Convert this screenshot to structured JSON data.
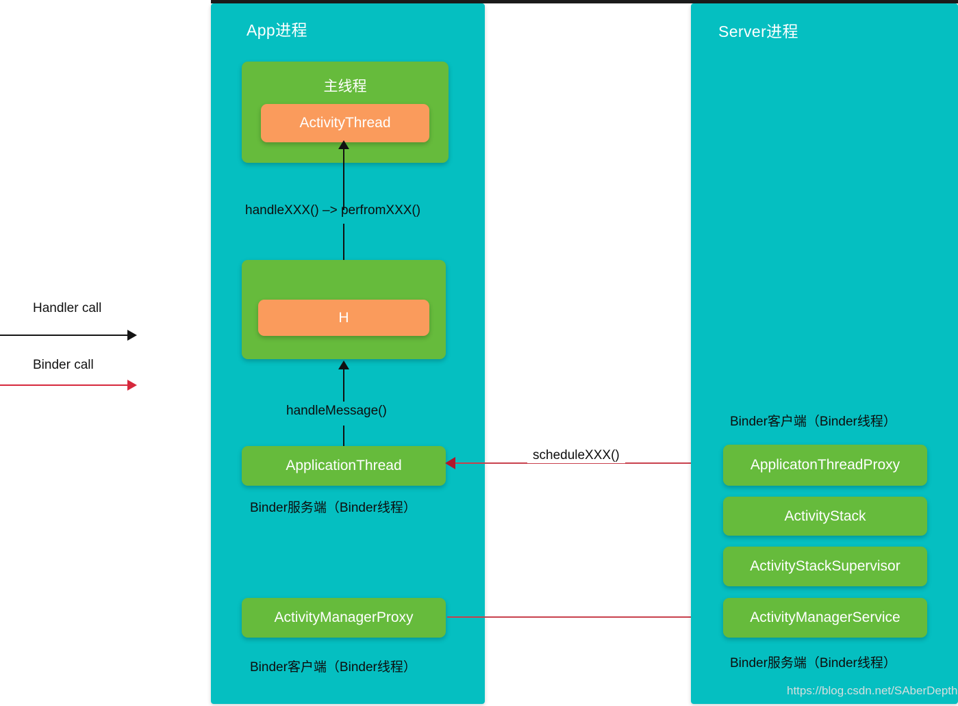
{
  "colors": {
    "panel_teal": "#05bfc1",
    "block_green": "#66bb3c",
    "block_orange": "#fa9b5c",
    "handler_arrow_black": "#141414",
    "binder_arrow_red": "#c8404c",
    "page_background": "#ffffff",
    "text_white": "#ffffff",
    "text_dark": "#0d0d0d",
    "watermark_gray": "#d6dede"
  },
  "legend": {
    "handler_call_label": "Handler call",
    "binder_call_label": "Binder call"
  },
  "app_panel": {
    "title": "App进程",
    "main_thread": {
      "label": "主线程",
      "inner_block": "ActivityThread"
    },
    "handler_edge_label": "handleXXX() –> perfromXXX()",
    "h_group": {
      "inner_block": "H"
    },
    "message_edge_label": "handleMessage()",
    "application_thread": {
      "label": "ApplicationThread",
      "caption": "Binder服务端（Binder线程）"
    },
    "activity_manager_proxy": {
      "label": "ActivityManagerProxy",
      "caption": "Binder客户端（Binder线程）"
    }
  },
  "cross_process": {
    "schedule_label": "scheduleXXX()"
  },
  "server_panel": {
    "title": "Server进程",
    "binder_client_caption": "Binder客户端（Binder线程）",
    "blocks": [
      {
        "label": "ApplicatonThreadProxy"
      },
      {
        "label": "ActivityStack"
      },
      {
        "label": "ActivityStackSupervisor"
      }
    ],
    "activity_manager_service": {
      "label": "ActivityManagerService",
      "caption": "Binder服务端（Binder线程）"
    }
  },
  "watermark": {
    "text": "https://blog.csdn.net/SAberDepth"
  }
}
